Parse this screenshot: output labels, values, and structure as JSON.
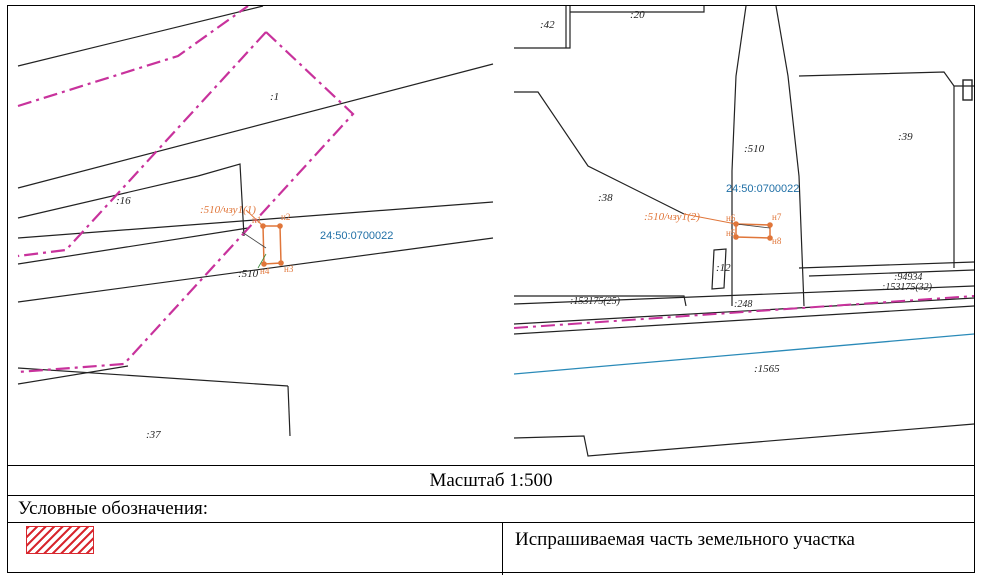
{
  "map_left": {
    "labels": {
      "p1": ":1",
      "p16": ":16",
      "p37": ":37",
      "p510": ":510",
      "zu_label": ":510/чзу1(1)",
      "quarter": "24:50:0700022"
    },
    "points": {
      "n1": "н1",
      "n2": "н2",
      "n3": "н3",
      "n4": "н4"
    }
  },
  "map_right": {
    "labels": {
      "p42": ":42",
      "p20": ":20",
      "p510": ":510",
      "p39": ":39",
      "p38": ":38",
      "p12": ":12",
      "zu_label": ":510/чзу1(2)",
      "quarter": "24:50:0700022",
      "p153175_25": ":153175(25)",
      "p248": ":248",
      "p94934": ":94934",
      "p153175_32": ":153175(32)",
      "p1565": ":1565"
    },
    "points": {
      "n5": "н5",
      "n6": "н6",
      "n7": "н7",
      "n8": "н8"
    }
  },
  "scale_text": "Масштаб 1:500",
  "legend": {
    "title": "Условные обозначения:",
    "items": [
      {
        "symbol": "red-hatch-swatch",
        "color": "#d8282f",
        "text": "Испрашиваемая часть земельного участка"
      }
    ]
  },
  "colors": {
    "boundary_dashed": "#c8329c",
    "zu_line": "#e0763a",
    "quarter_label": "#1f6fa6",
    "blue_line": "#2a8ab8"
  }
}
